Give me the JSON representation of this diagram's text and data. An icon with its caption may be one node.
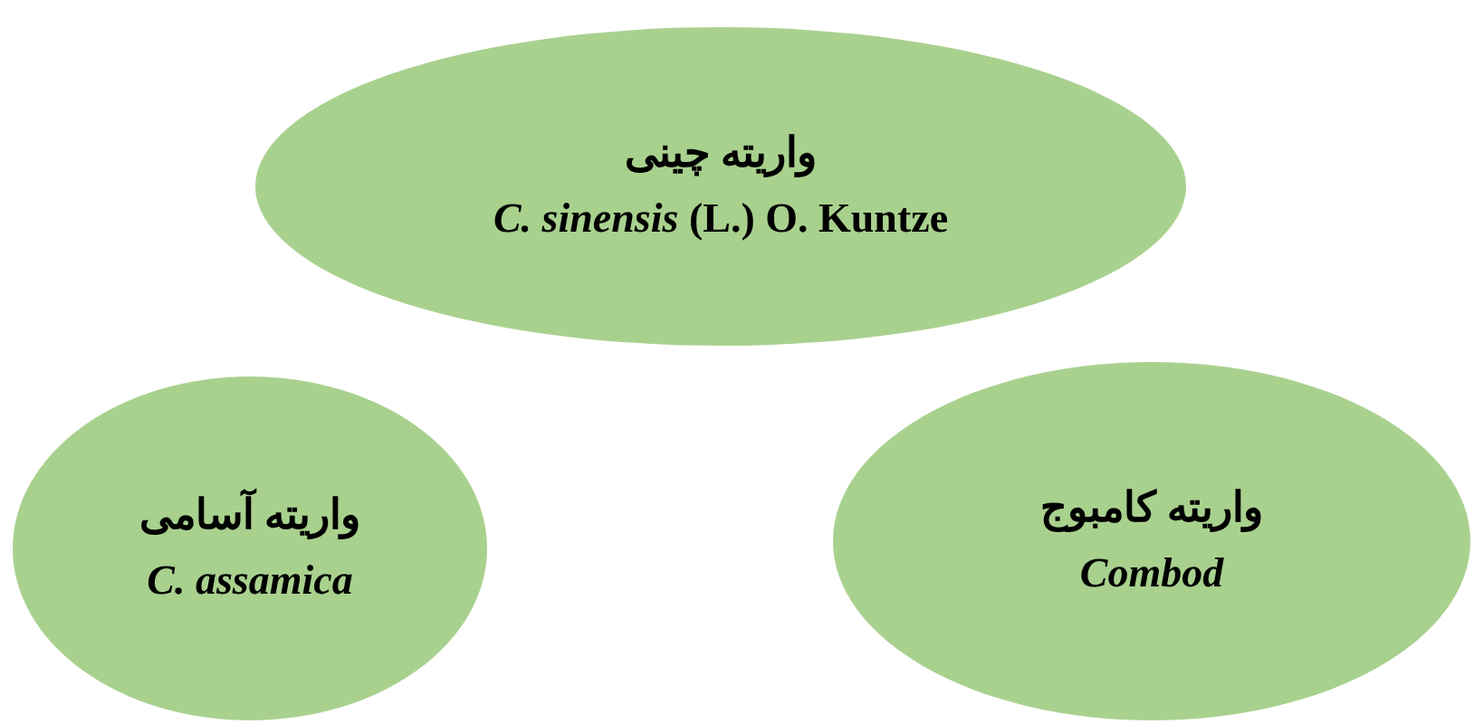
{
  "diagram": {
    "nodes": [
      {
        "text": [
          "واریته چینی",
          "*C. sinensis* (L.) O. Kuntze"
        ]
      },
      {
        "text": [
          "واریته آسامی",
          "C. assamica"
        ]
      },
      {
        "text": [
          "واریته کامبوج",
          "Combod"
        ]
      }
    ]
  }
}
